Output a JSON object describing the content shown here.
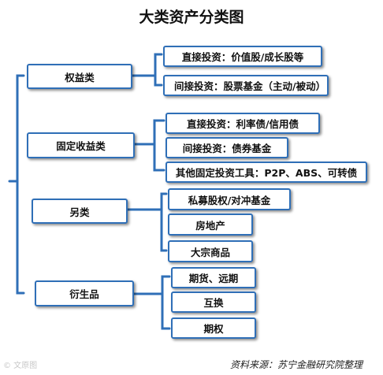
{
  "title": "大类资产分类图",
  "categories": [
    {
      "label": "权益类",
      "items": [
        "直接投资：价值股/成长股等",
        "间接投资：股票基金（主动/被动）"
      ]
    },
    {
      "label": "固定收益类",
      "items": [
        "直接投资：利率债/信用债",
        "间接投资：债券基金",
        "其他固定投资工具：P2P、ABS、可转债"
      ]
    },
    {
      "label": "另类",
      "items": [
        "私募股权/对冲基金",
        "房地产",
        "大宗商品"
      ]
    },
    {
      "label": "衍生品",
      "items": [
        "期货、远期",
        "互换",
        "期权"
      ]
    }
  ],
  "source": "资料来源：苏宁金融研究院整理",
  "watermark": "© 文原图",
  "colors": {
    "border": "#2f6fb7",
    "shadow": "#555555"
  }
}
